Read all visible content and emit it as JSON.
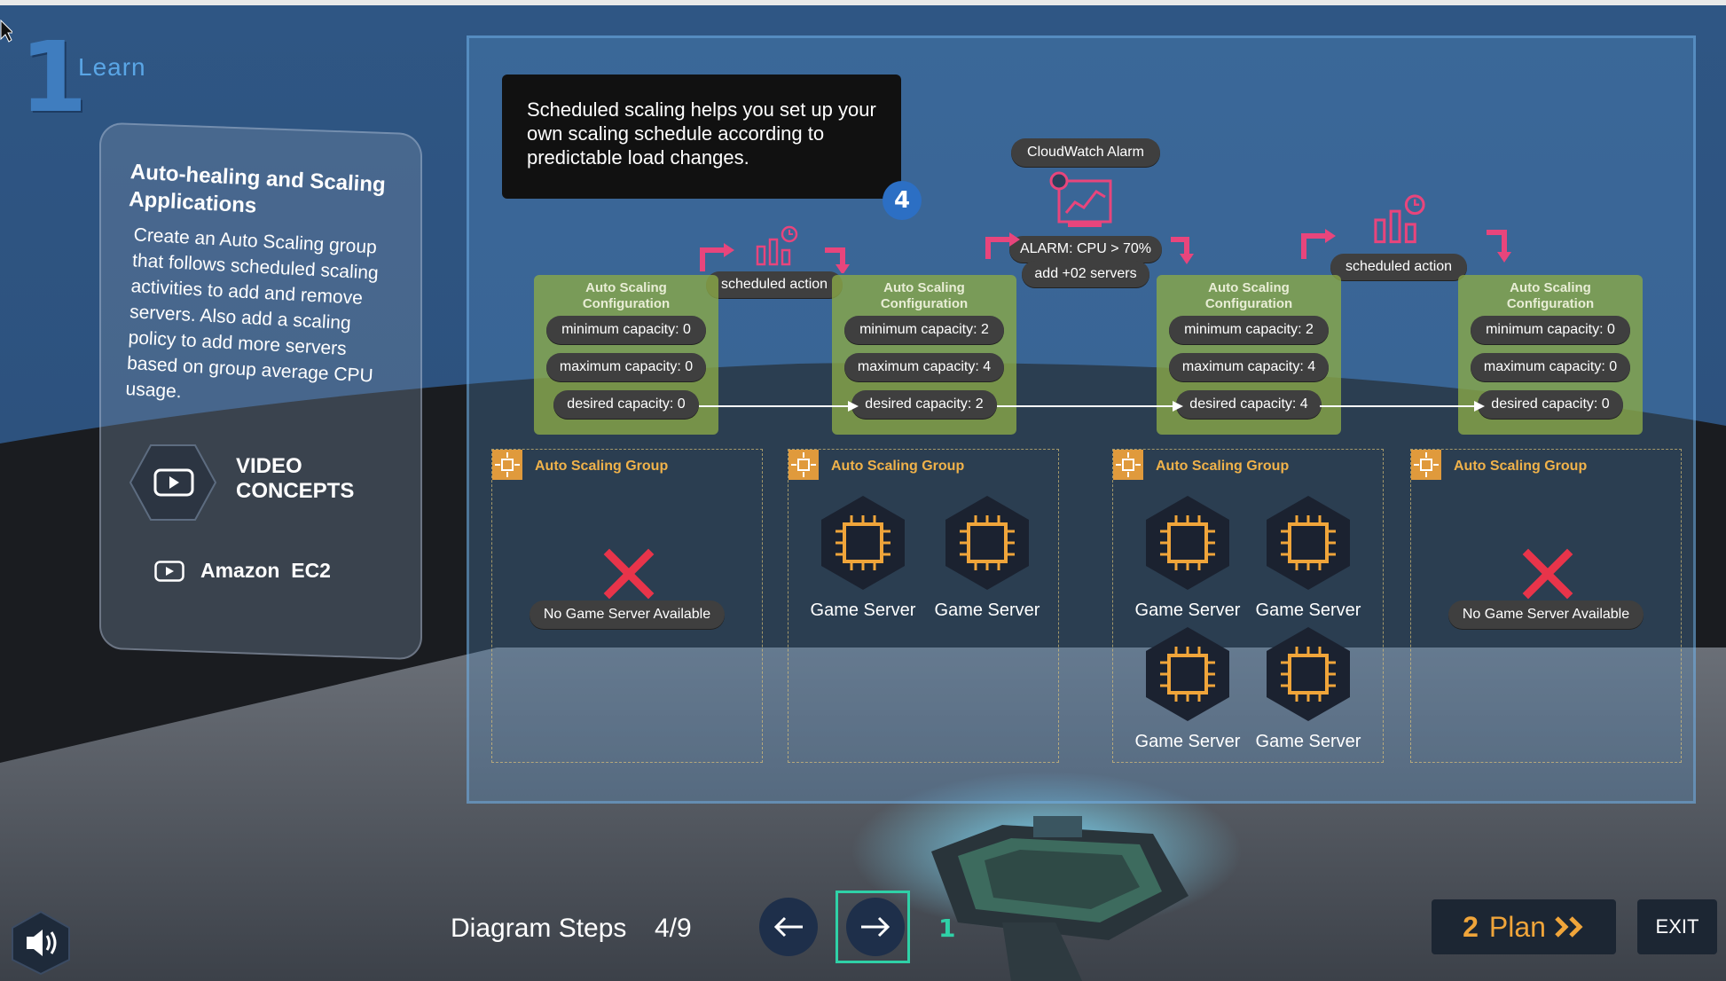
{
  "header": {
    "step_number": "1",
    "step_label": "Learn"
  },
  "panel": {
    "title": "Auto-healing and Scaling Applications",
    "description": "Create an Auto Scaling group that follows scheduled scaling activities to add and remove servers. Also add a scaling policy to add more servers based on group average CPU usage.",
    "video_line1": "VIDEO",
    "video_line2": "CONCEPTS",
    "ec2_label_a": "Amazon",
    "ec2_label_b": "EC2"
  },
  "callout": {
    "text": "Scheduled scaling helps you set up your own scaling schedule according to predictable load changes.",
    "step_badge": "4"
  },
  "cloudwatch": {
    "title": "CloudWatch Alarm",
    "alarm": "ALARM: CPU > 70%",
    "action": "add +02 servers"
  },
  "scheduled_action_label": "scheduled action",
  "configs": [
    {
      "title_line1": "Auto Scaling",
      "title_line2": "Configuration",
      "min": "minimum capacity: 0",
      "max": "maximum capacity: 0",
      "desired": "desired capacity: 0"
    },
    {
      "title_line1": "Auto Scaling",
      "title_line2": "Configuration",
      "min": "minimum capacity: 2",
      "max": "maximum capacity: 4",
      "desired": "desired capacity: 2"
    },
    {
      "title_line1": "Auto Scaling",
      "title_line2": "Configuration",
      "min": "minimum capacity: 2",
      "max": "maximum capacity: 4",
      "desired": "desired capacity: 4"
    },
    {
      "title_line1": "Auto Scaling",
      "title_line2": "Configuration",
      "min": "minimum capacity: 0",
      "max": "maximum capacity: 0",
      "desired": "desired capacity: 0"
    }
  ],
  "groups": [
    {
      "label": "Auto Scaling Group",
      "empty_text": "No Game Server Available"
    },
    {
      "label": "Auto Scaling Group",
      "server_label": "Game Server"
    },
    {
      "label": "Auto Scaling Group",
      "server_label": "Game Server"
    },
    {
      "label": "Auto Scaling Group",
      "empty_text": "No Game Server Available"
    }
  ],
  "footer": {
    "steps_label": "Diagram Steps",
    "steps_count": "4/9",
    "next_plan_number": "2",
    "next_plan_label": "Plan",
    "exit_label": "EXIT",
    "mini_step": "1"
  },
  "colors": {
    "accent_orange": "#e09a3c",
    "alarm_pink": "#e8457c",
    "cfg_green": "#8caa46",
    "badge_blue": "#2c6fc4"
  }
}
